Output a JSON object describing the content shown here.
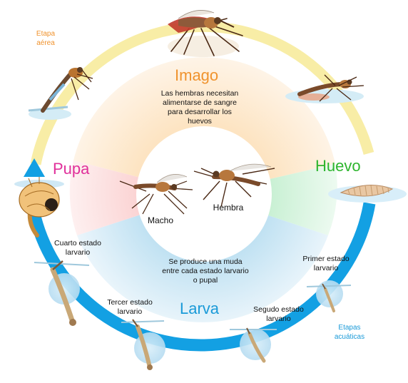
{
  "title": "",
  "colors": {
    "imago": "#f0932e",
    "huevo": "#2eb52e",
    "larva": "#1a9ad8",
    "pupa": "#e0309b",
    "ring_air": "#f8eda6",
    "ring_water": "#13a0e3",
    "aerial_note": "#f0932e",
    "aquatic_note": "#1a9ad8"
  },
  "stages": {
    "imago": "Imago",
    "huevo": "Huevo",
    "larva": "Larva",
    "pupa": "Pupa"
  },
  "notes": {
    "aerial": "Etapa\naérea",
    "aquatic": "Etapas\nacuáticas",
    "blood": "Las hembras necesitan\nalimentarse de sangre\npara desarrollar los\nhuevos",
    "molt": "Se produce una muda\nentre cada estado larvario\no pupal"
  },
  "adults": {
    "male": "Macho",
    "female": "Hembra"
  },
  "larval_stages": {
    "first": "Primer estado\nlarvario",
    "second": "Segudo estado\nlarvario",
    "third": "Tercer estado\nlarvario",
    "fourth": "Cuarto estado\nlarvario"
  }
}
